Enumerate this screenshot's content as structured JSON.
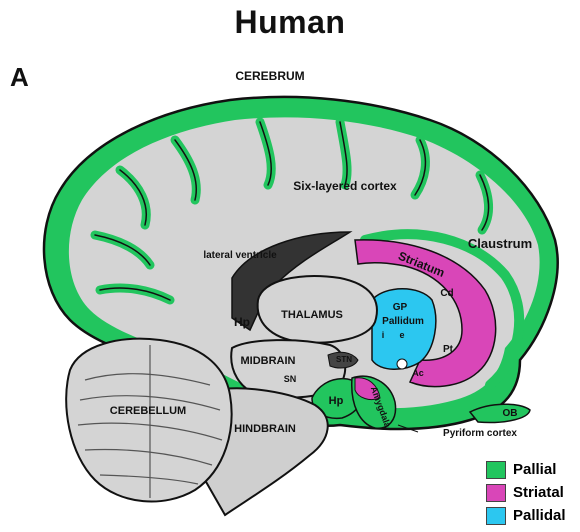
{
  "title": "Human",
  "panel_label": "A",
  "labels": {
    "cerebrum": "CEREBRUM",
    "six_layered_cortex": "Six-layered cortex",
    "lateral_ventricle": "lateral ventricle",
    "claustrum": "Claustrum",
    "striatum": "Striatum",
    "cd": "Cd",
    "gp": "GP",
    "pallidum": "Pallidum",
    "pallidum_i": "i",
    "pallidum_e": "e",
    "pt": "Pt",
    "ac": "Ac",
    "hp_upper": "Hp",
    "thalamus": "THALAMUS",
    "midbrain": "MIDBRAIN",
    "sn": "SN",
    "stn": "STN",
    "hp_lower": "Hp",
    "amygdala": "Amygdala",
    "ob": "OB",
    "pyriform_cortex": "Pyriform cortex",
    "cerebellum": "CEREBELLUM",
    "hindbrain": "HINDBRAIN"
  },
  "legend": [
    {
      "label": "Pallial",
      "color": "#22c55e"
    },
    {
      "label": "Striatal",
      "color": "#d946b8"
    },
    {
      "label": "Pallidal",
      "color": "#2cc7f0"
    }
  ],
  "colors": {
    "pallial": "#22c55e",
    "striatal": "#d946b8",
    "pallidal": "#2cc7f0",
    "grey_tissue": "#d4d4d4",
    "ventricle": "#333333"
  }
}
